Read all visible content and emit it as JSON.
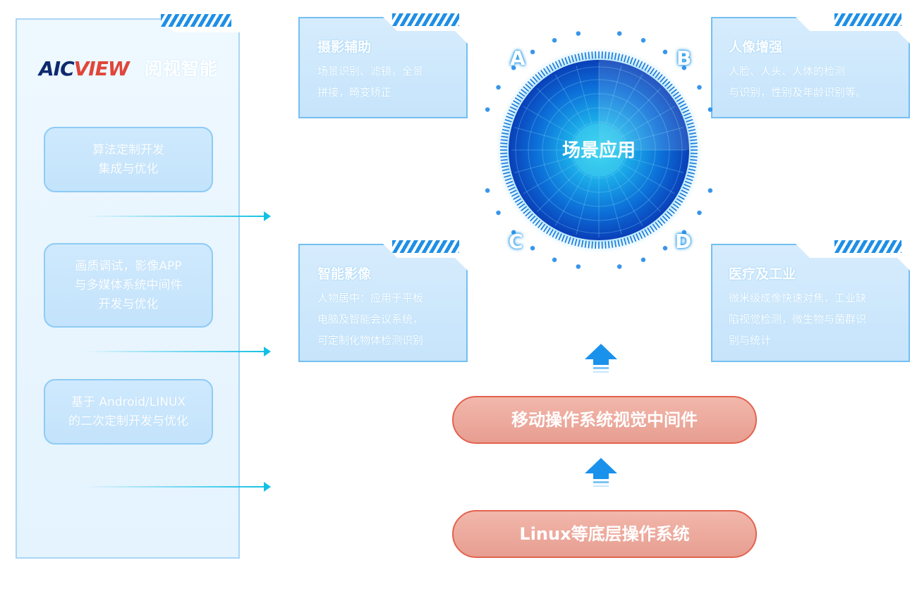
{
  "logo": {
    "latin_prefix": "AIC",
    "latin_suffix": "VIEW",
    "chinese": "阅视智能"
  },
  "services": [
    {
      "text": "算法定制开发\n集成与优化"
    },
    {
      "text": "画质调试，影像APP\n与多媒体系统中间件\n开发与优化"
    },
    {
      "text": "基于 Android/LINUX\n的二次定制开发与优化"
    }
  ],
  "cards": {
    "a": {
      "title": "摄影辅助",
      "text": "场景识别、滤镜，全景\n拼接，畸变矫正"
    },
    "b": {
      "title": "人像增强",
      "text": "人脸、人头、人体的检测\n与识别，性别及年龄识别等。"
    },
    "c": {
      "title": "智能影像",
      "text": "人物居中：应用于平板\n电脑及智能会议系统，\n可定制化物体检测识别"
    },
    "d": {
      "title": "医疗及工业",
      "text": "微米级成像快速对焦，工业缺\n陷视觉检测，微生物与菌群识\n别与统计"
    }
  },
  "hub": {
    "label": "场景应用",
    "letters": [
      "A",
      "B",
      "C",
      "D"
    ]
  },
  "layers": {
    "middleware": "移动操作系统视觉中间件",
    "base": "Linux等底层操作系统"
  },
  "colors": {
    "accent_blue": "#1a92ec",
    "cyan": "#12c0e4",
    "pill_border": "#e2634e",
    "logo_navy": "#0d2a6e",
    "logo_red": "#e0463a"
  }
}
